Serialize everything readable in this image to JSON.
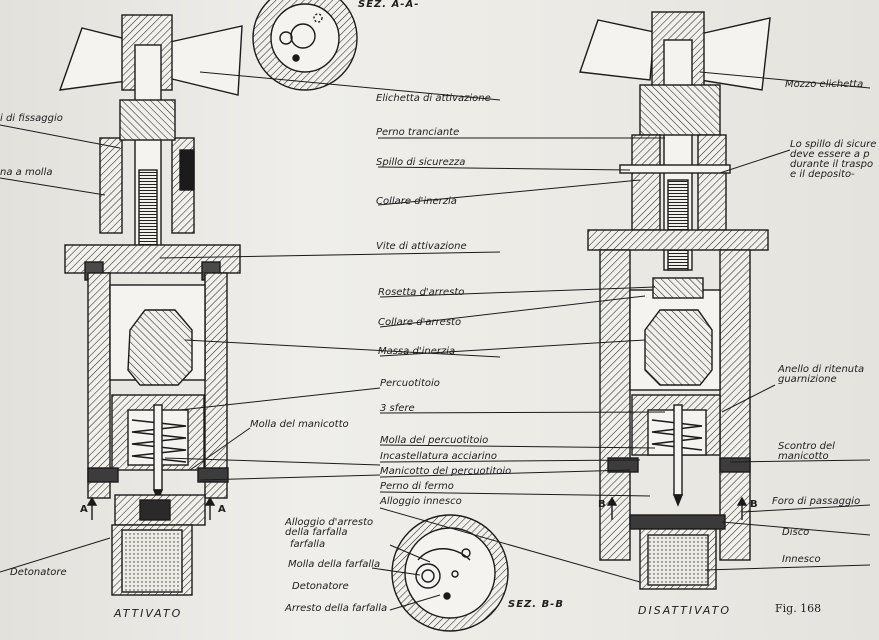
{
  "title": "Fig. 168",
  "views": {
    "left": "ATTIVATO",
    "right": "DISATTIVATO",
    "section_a": "SEZ. A-A-",
    "section_b": "SEZ. B-B"
  },
  "section_markers": {
    "a": "A",
    "b": "B"
  },
  "labels_center": [
    "Elichetta di attivazione",
    "Perno tranciante",
    "Spillo di sicurezza",
    "Collare d'inerzia",
    "Vite di attivazione",
    "Rosetta d'arresto",
    "Collare d'arresto",
    "Massa d'inerzia",
    "Percuotitoio",
    "3 sfere",
    "Molla del percuotitoio",
    "Incastellatura acciarino",
    "Manicotto del percuotitoio",
    "Perno di fermo",
    "Alloggio innesco"
  ],
  "labels_left": [
    "i di fissaggio",
    "na a molla",
    "Molla del manicotto",
    "Detonatore"
  ],
  "labels_right": [
    "Mozzo elichetta",
    "Lo spillo di sicure\ndeve essere a p\ndurante il traspo\ne il deposito-",
    "Anello di ritenuta\nguarnizione",
    "Scontro del\nmanicotto",
    "Foro di passaggio",
    "Disco",
    "Innesco"
  ],
  "labels_section_b": [
    "Alloggio d'arresto\ndella farfalla",
    "farfalla",
    "Molla della farfalla",
    "Detonatore",
    "Arresto della farfalla"
  ]
}
